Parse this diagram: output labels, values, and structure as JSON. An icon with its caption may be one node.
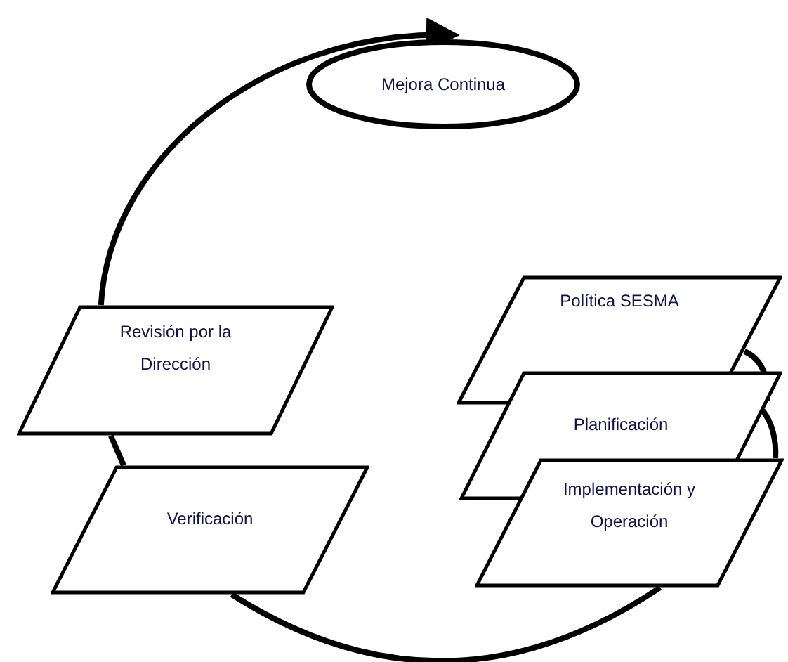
{
  "diagram": {
    "nodes": [
      {
        "text": [
          "Mejora Continua"
        ]
      },
      {
        "text": [
          "Revisión por la Dirección"
        ]
      },
      {
        "text": [
          "Política SESMA"
        ]
      },
      {
        "text": [
          "Planificación"
        ]
      },
      {
        "text": [
          "Verificación"
        ]
      },
      {
        "text": [
          "Implementación y Operación"
        ]
      }
    ],
    "edges": [
      {
        "from": 1,
        "to": 0,
        "arrow": "to"
      },
      {
        "from": 2,
        "to": 3,
        "arrow": "none"
      },
      {
        "from": 3,
        "to": 5,
        "arrow": "none"
      },
      {
        "from": 5,
        "to": 4,
        "arrow": "none"
      },
      {
        "from": 4,
        "to": 1,
        "arrow": "none"
      }
    ]
  }
}
